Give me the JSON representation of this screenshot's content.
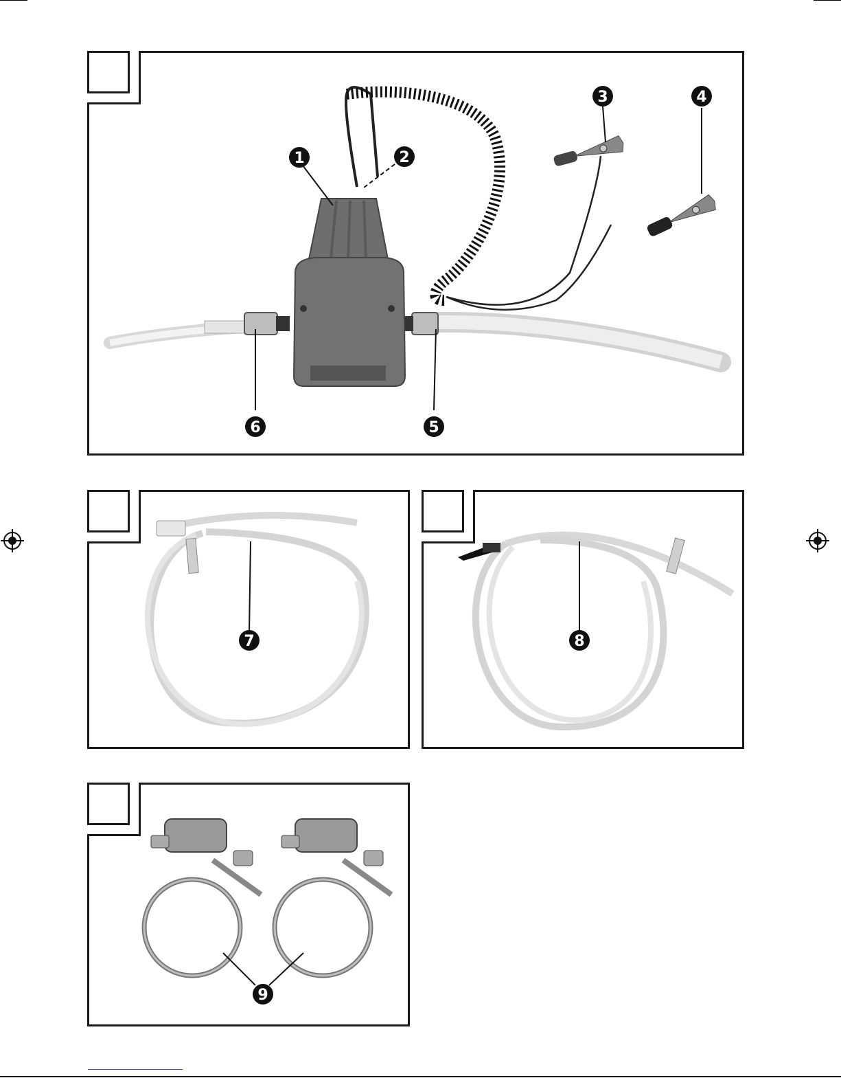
{
  "figure1": {
    "callouts": [
      "1",
      "2",
      "3",
      "4",
      "5",
      "6"
    ]
  },
  "figure2": {
    "callouts": [
      "7"
    ]
  },
  "figure3": {
    "callouts": [
      "8"
    ]
  },
  "figure4": {
    "callouts": [
      "9"
    ]
  },
  "icons": [
    "registration-mark-icon"
  ]
}
